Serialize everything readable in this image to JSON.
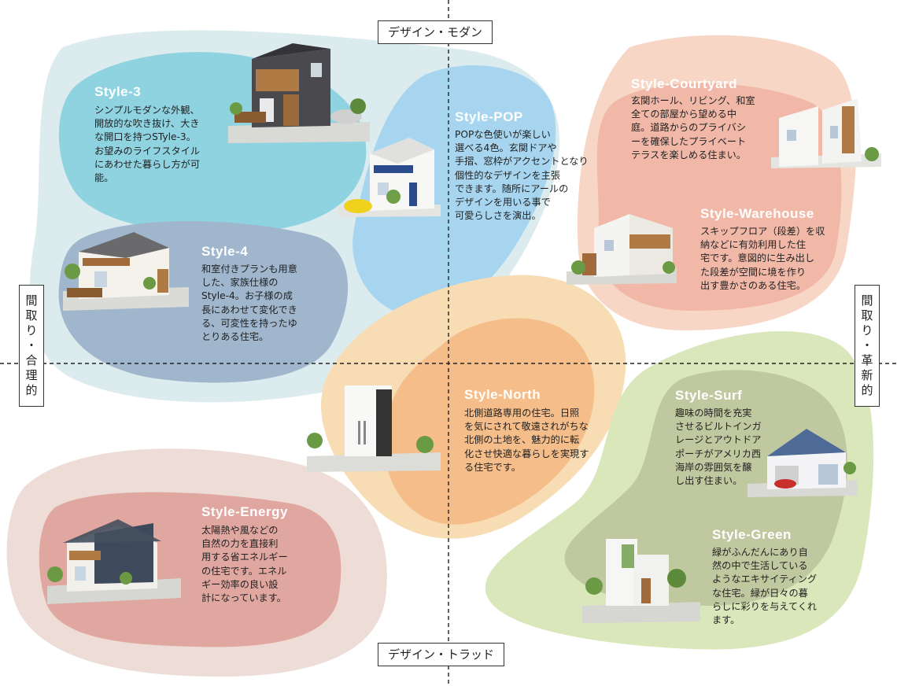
{
  "axes": {
    "top": "デザイン・モダン",
    "bottom": "デザイン・トラッド",
    "left": "間取り・合理的",
    "right": "間取り・革新的"
  },
  "colors": {
    "blob_modern_rational": "#dcecee",
    "blob_style3": "#8fd3e0",
    "blob_style4": "#9fb6cc",
    "blob_pop": "#a7d5ef",
    "blob_courtyard": "#f8d6c6",
    "blob_warehouse": "#f1b8a8",
    "blob_north_outer": "#f7dcb4",
    "blob_north_inner": "#f5bd8a",
    "blob_energy_outer": "#eedcd6",
    "blob_energy_inner": "#e0a7a0",
    "blob_green": "#d9e7bb",
    "blob_surf": "#c0c8a0",
    "title": "#ffffff"
  },
  "styles": [
    {
      "key": "style3",
      "title": "Style-3",
      "description": "シンプルモダンな外観、\n開放的な吹き抜け、大き\nな開口を持つSTyle-3。\nお望みのライフスタイル\nにあわせた暮らし方が可\n能。",
      "icon": "modern-two-story-house-with-deck-icon"
    },
    {
      "key": "pop",
      "title": "Style-POP",
      "description": "POPな色使いが楽しい\n選べる4色。玄関ドアや\n手摺、窓枠がアクセントとなり\n個性的なデザインを主張\nできます。随所にアールの\nデザインを用いる事で\n可愛らしさを演出。",
      "icon": "white-box-house-with-car-icon"
    },
    {
      "key": "courtyard",
      "title": "Style-Courtyard",
      "description": "玄関ホール、リビング、和室\n全ての部屋から望める中\n庭。道路からのプライバシ\nーを確保したプライベート\nテラスを楽しめる住まい。",
      "icon": "courtyard-house-icon"
    },
    {
      "key": "style4",
      "title": "Style-4",
      "description": "和室付きプランも用意\nした、家族仕様の\nStyle-4。お子様の成\n長にあわせて変化でき\nる、可変性を持ったゆ\nとりある住宅。",
      "icon": "family-house-with-deck-icon"
    },
    {
      "key": "warehouse",
      "title": "Style-Warehouse",
      "description": "スキップフロア（段差）を収\n納などに有効利用した住\n宅です。意図的に生み出し\nた段差が空間に境を作り\n出す豊かさのある住宅。",
      "icon": "warehouse-house-icon"
    },
    {
      "key": "north",
      "title": "Style-North",
      "description": "北側道路専用の住宅。日照\nを気にされて敬遠されがちな\n北側の土地を、魅力的に転\n化させ快適な暮らしを実現す\nる住宅です。",
      "icon": "north-road-house-icon"
    },
    {
      "key": "surf",
      "title": "Style-Surf",
      "description": "趣味の時間を充実\nさせるビルトインガ\nレージとアウトドア\nポーチがアメリカ西\n海岸の雰囲気を醸\nし出す住まい。",
      "icon": "surf-house-with-garage-icon"
    },
    {
      "key": "energy",
      "title": "Style-Energy",
      "description": "太陽熱や風などの\n自然の力を直接利\n用する省エネルギー\nの住宅です。エネル\nギー効率の良い設\n計になっています。",
      "icon": "energy-saving-house-icon"
    },
    {
      "key": "green",
      "title": "Style-Green",
      "description": "緑がふんだんにあり自\n然の中で生活している\nようなエキサイティング\nな住宅。緑が日々の暮\nらしに彩りを与えてくれ\nます。",
      "icon": "green-house-with-plants-icon"
    }
  ]
}
